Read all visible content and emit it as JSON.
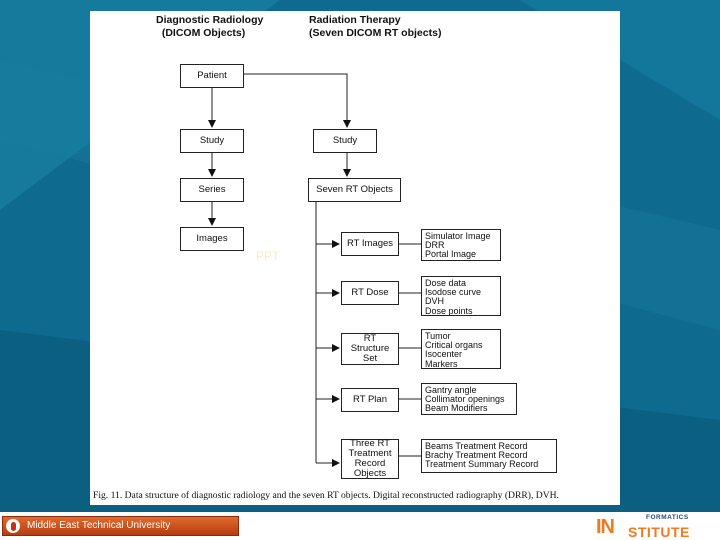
{
  "headers": {
    "left": "Diagnostic Radiology\n  (DICOM Objects)",
    "right": "Radiation Therapy\n(Seven DICOM RT objects)"
  },
  "left_column": {
    "patient": "Patient",
    "study": "Study",
    "series": "Series",
    "images": "Images"
  },
  "right_column": {
    "study": "Study",
    "seven": "Seven RT Objects"
  },
  "rt_objects": [
    {
      "label": "RT Images",
      "details": "Simulator Image\nDRR\nPortal Image"
    },
    {
      "label": "RT Dose",
      "details": "Dose data\nIsodose curve\nDVH\nDose points"
    },
    {
      "label": "RT\nStructure\nSet",
      "details": "Tumor\nCritical organs\nIsocenter\nMarkers"
    },
    {
      "label": "RT Plan",
      "details": "Gantry angle\nCollimator openings\nBeam Modifiers"
    },
    {
      "label": "Three RT\nTreatment\nRecord\nObjects",
      "details": "Beams Treatment Record\nBrachy Treatment Record\nTreatment Summary Record"
    }
  ],
  "caption": "Fig. 11. Data structure of diagnostic radiology and the seven RT objects. Digital reconstructed radiography (DRR), DVH.",
  "watermark": "PPT",
  "footer": {
    "metu_text": "Middle East Technical University",
    "logo_in": "IN",
    "logo_stitute": "STITUTE",
    "logo_formatics": "FORMATICS"
  },
  "colors": {
    "background": "#0e6a8e",
    "accent": "#f07a1e"
  }
}
